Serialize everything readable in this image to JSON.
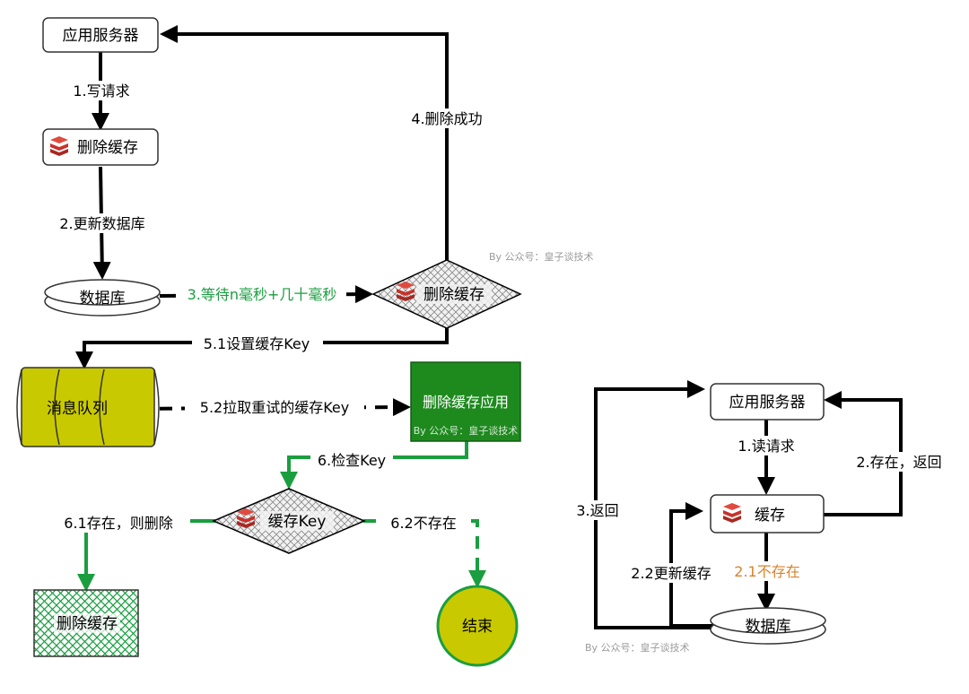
{
  "watermarks": {
    "w1": "By 公众号：皇子谈技术",
    "w2": "By 公众号：皇子谈技术",
    "w3": "By 公众号：皇子谈技术"
  },
  "left": {
    "app_server": "应用服务器",
    "delete_cache_1": "删除缓存",
    "database": "数据库",
    "delete_cache_2": "删除缓存",
    "mq": "消息队列",
    "delete_cache_app": "删除缓存应用",
    "cache_key": "缓存Key",
    "delete_cache_3": "删除缓存",
    "end": "结束",
    "edges": {
      "write_request": "1.写请求",
      "update_db": "2.更新数据库",
      "wait": "3.等待n毫秒+几十毫秒",
      "delete_success": "4.删除成功",
      "set_key": "5.1设置缓存Key",
      "pull_key": "5.2拉取重试的缓存Key",
      "check_key": "6.检查Key",
      "exists_delete": "6.1存在，则删除",
      "not_exists": "6.2不存在"
    }
  },
  "right": {
    "app_server": "应用服务器",
    "cache": "缓存",
    "database": "数据库",
    "edges": {
      "read_request": "1.读请求",
      "exists_return": "2.存在，返回",
      "return": "3.返回",
      "update_cache": "2.2更新缓存",
      "not_exists": "2.1不存在"
    }
  },
  "colors": {
    "green": "#1a9e3f",
    "orange": "#d9822b",
    "olive": "#c9c900",
    "dark_green_box": "#1e8a1e",
    "redis_red": "#c8312a"
  }
}
